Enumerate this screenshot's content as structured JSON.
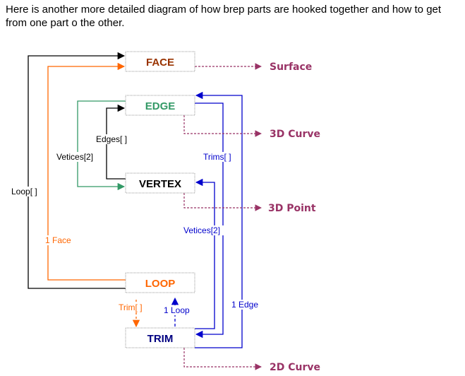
{
  "intro": "Here is another more detailed diagram of how brep parts are hooked together and how to get from one part o the other.",
  "boxes": {
    "face": "FACE",
    "edge": "EDGE",
    "vertex": "VERTEX",
    "loop": "LOOP",
    "trim": "TRIM"
  },
  "outputs": {
    "surface": "Surface",
    "curve3d": "3D Curve",
    "point3d": "3D Point",
    "curve2d": "2D Curve"
  },
  "links": {
    "loops": "Loop[ ]",
    "face": "1 Face",
    "edges": "Edges[ ]",
    "vertices_edge": "Vetices[2]",
    "trims": "Trims[ ]",
    "vertices_trim": "Vetices[2]",
    "trim": "Trim[ ]",
    "loop": "1 Loop",
    "edge": "1 Edge"
  },
  "colors": {
    "face": "#993300",
    "edge": "#339966",
    "vertex": "#000000",
    "loop": "#ff6600",
    "trim": "#000080",
    "output": "#993366",
    "blue": "#0000cc",
    "orange": "#ff6600",
    "green": "#339966",
    "black": "#000000"
  }
}
